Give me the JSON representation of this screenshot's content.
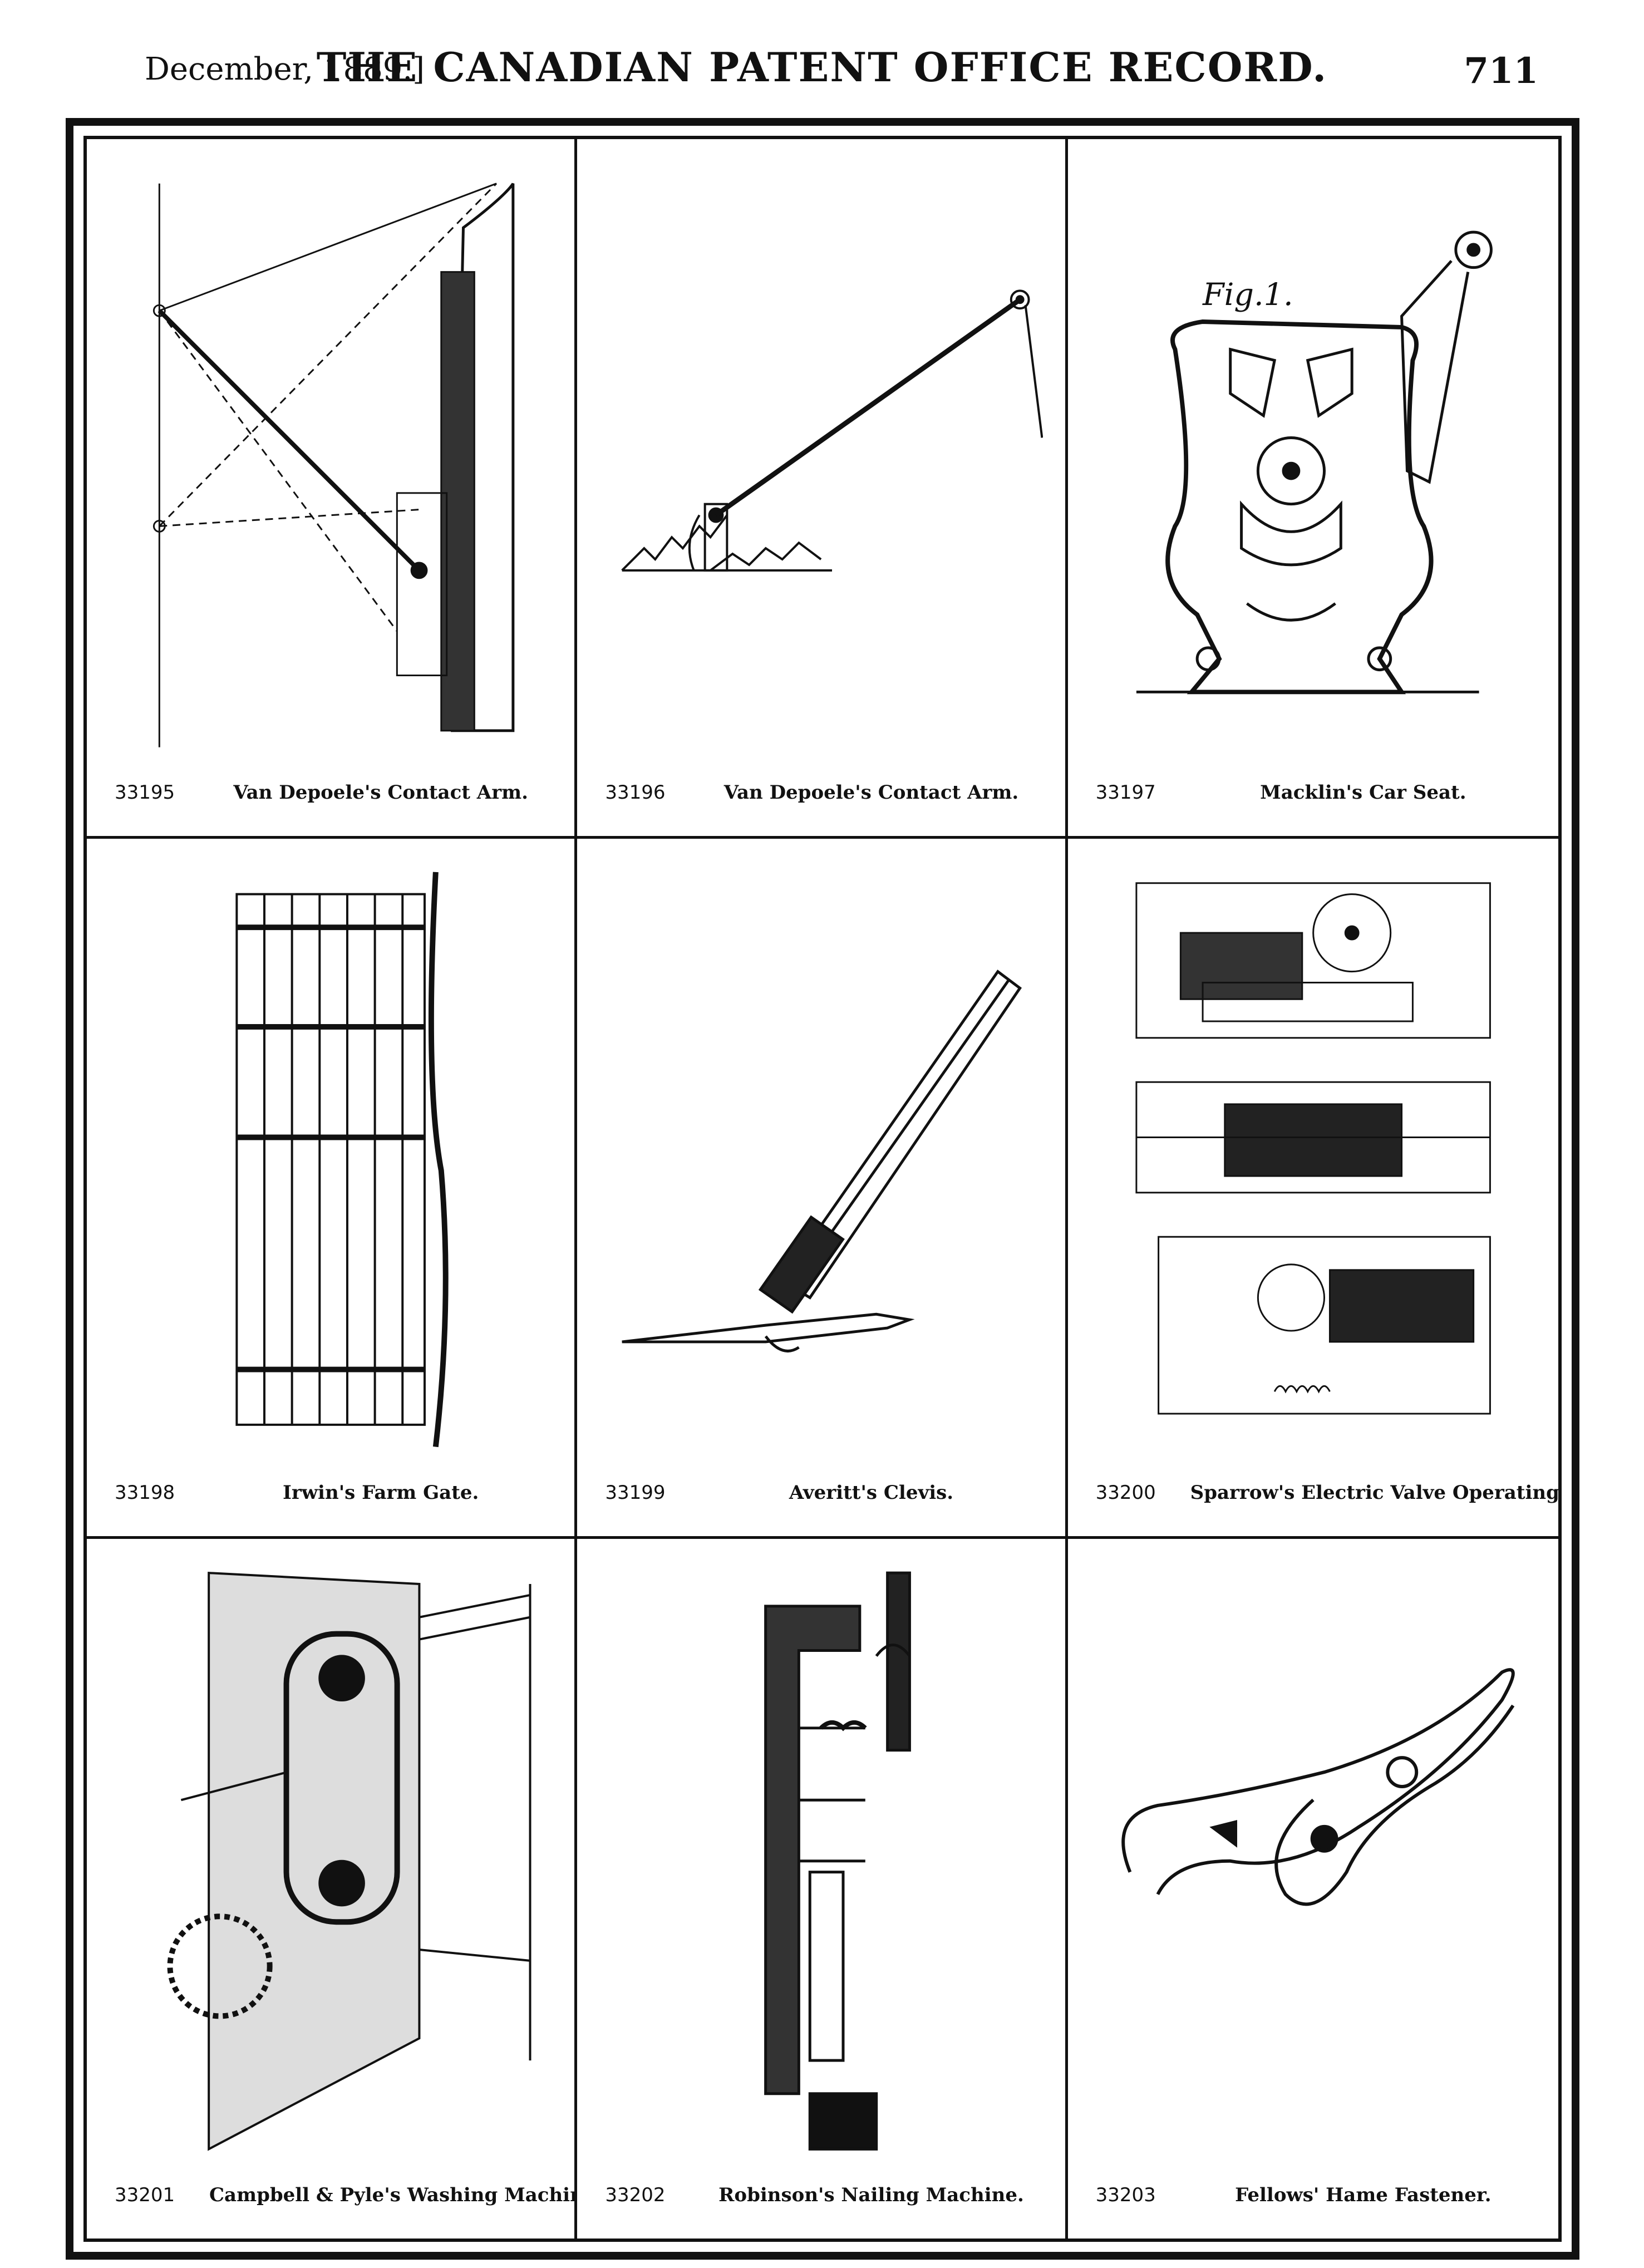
{
  "header": {
    "date": "December, 1889.]",
    "title": "THE CANADIAN PATENT OFFICE RECORD.",
    "page_number": "711"
  },
  "patents": [
    {
      "number": "33195",
      "title": "Van Depoele's Contact Arm."
    },
    {
      "number": "33196",
      "title": "Van Depoele's Contact Arm."
    },
    {
      "number": "33197",
      "title": "Macklin's Car Seat."
    },
    {
      "number": "33198",
      "title": "Irwin's Farm Gate."
    },
    {
      "number": "33199",
      "title": "Averitt's Clevis."
    },
    {
      "number": "33200",
      "title": "Sparrow's Electric Valve Operating Device."
    },
    {
      "number": "33201",
      "title": "Campbell & Pyle's Washing Machine."
    },
    {
      "number": "33202",
      "title": "Robinson's Nailing Machine."
    },
    {
      "number": "33203",
      "title": "Fellows' Hame Fastener."
    }
  ],
  "figure_labels": {
    "car_seat_fig": "Fig.1."
  }
}
